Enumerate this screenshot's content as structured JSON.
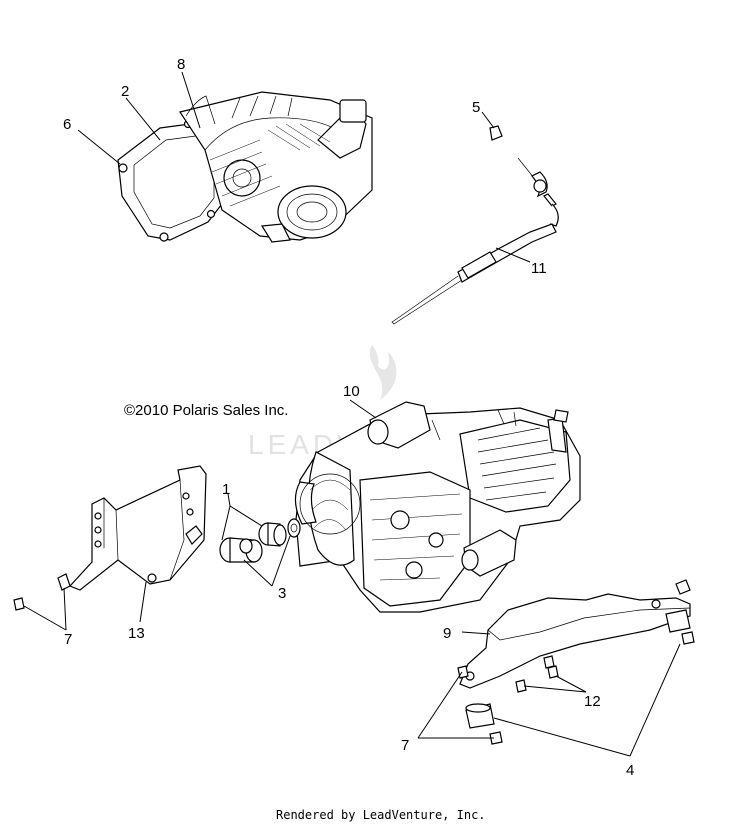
{
  "copyright": "©2010 Polaris Sales Inc.",
  "watermark": "LEADVENTURE",
  "footer": "Rendered by LeadVenture, Inc.",
  "callouts": {
    "c1": "1",
    "c2": "2",
    "c3": "3",
    "c4": "4",
    "c5": "5",
    "c6": "6",
    "c7a": "7",
    "c7b": "7",
    "c8": "8",
    "c9": "9",
    "c10": "10",
    "c11": "11",
    "c12": "12",
    "c13": "13"
  },
  "icons": [
    "watermark-flame-icon"
  ]
}
